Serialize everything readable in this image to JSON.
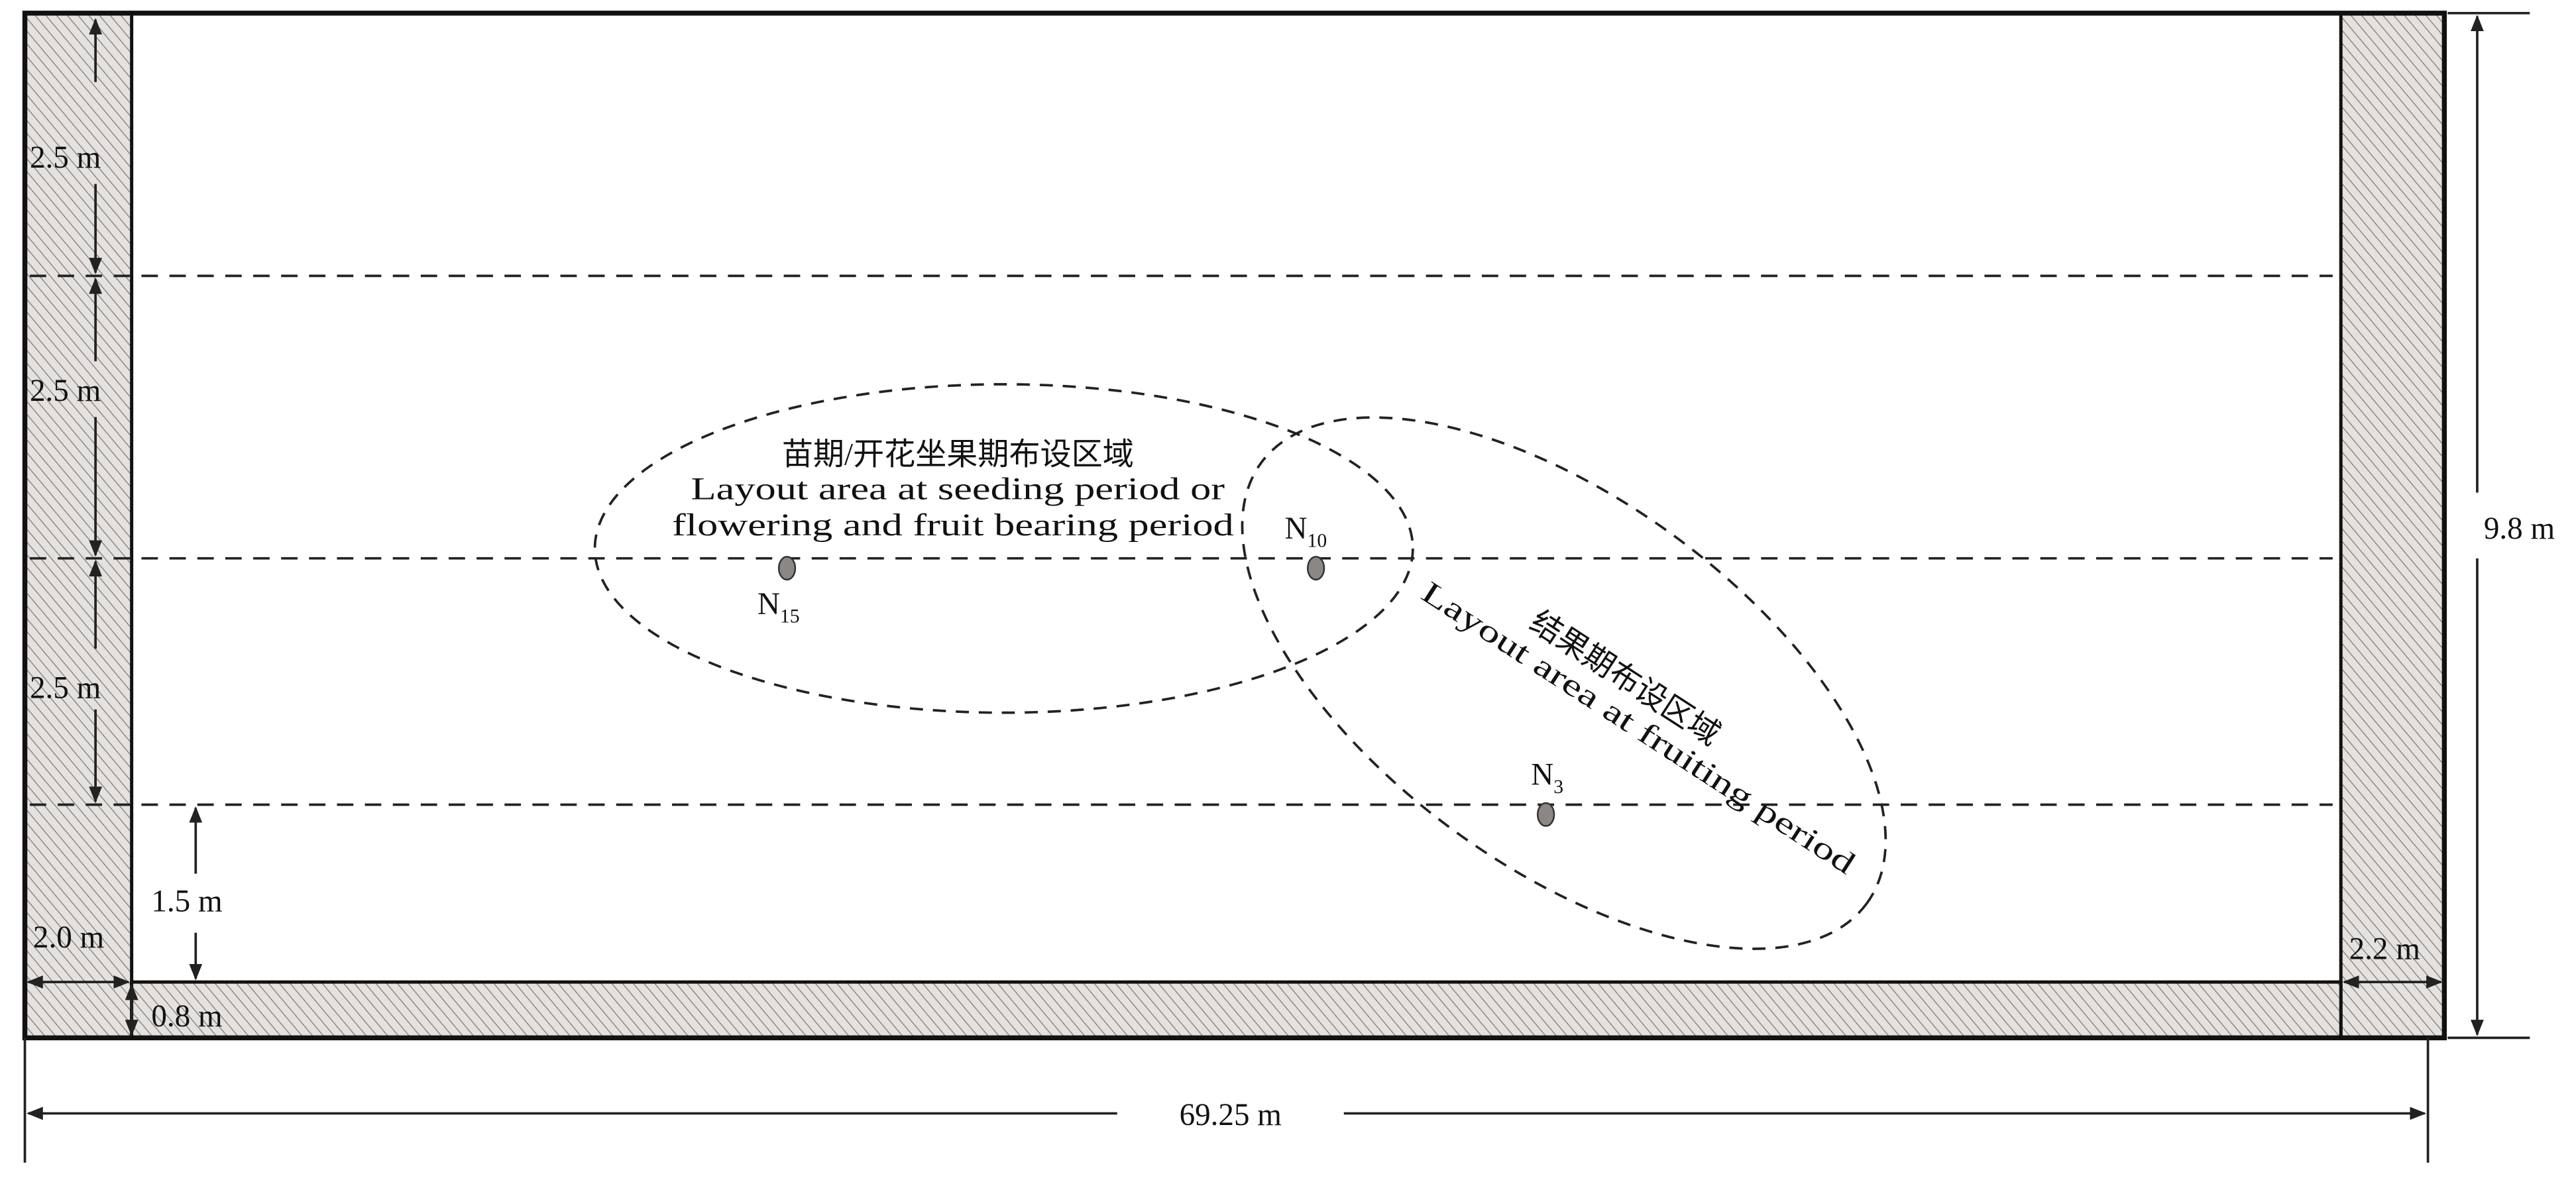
{
  "dimensions": {
    "row_heights": [
      "2.5 m",
      "2.5 m",
      "2.5 m"
    ],
    "bottom_gap": "1.5 m",
    "left_wall_width": "2.0 m",
    "bottom_strip_height": "0.8 m",
    "right_wall_width": "2.2 m",
    "total_height": "9.8 m",
    "total_length": "69.25 m"
  },
  "zones": {
    "seedling_flowering": {
      "label_cn": "苗期/开花坐果期布设区域",
      "label_en_line1": "Layout area at seeding period or",
      "label_en_line2": "flowering and fruit bearing period"
    },
    "fruiting": {
      "label_cn": "结果期布设区域",
      "label_en": "Layout area at fruiting period"
    }
  },
  "nodes": [
    {
      "name": "N",
      "sub": "15"
    },
    {
      "name": "N",
      "sub": "10"
    },
    {
      "name": "N",
      "sub": "3"
    }
  ],
  "colors": {
    "hatch": "#d9d6d3",
    "node": "#8a8785",
    "line": "#222222"
  }
}
